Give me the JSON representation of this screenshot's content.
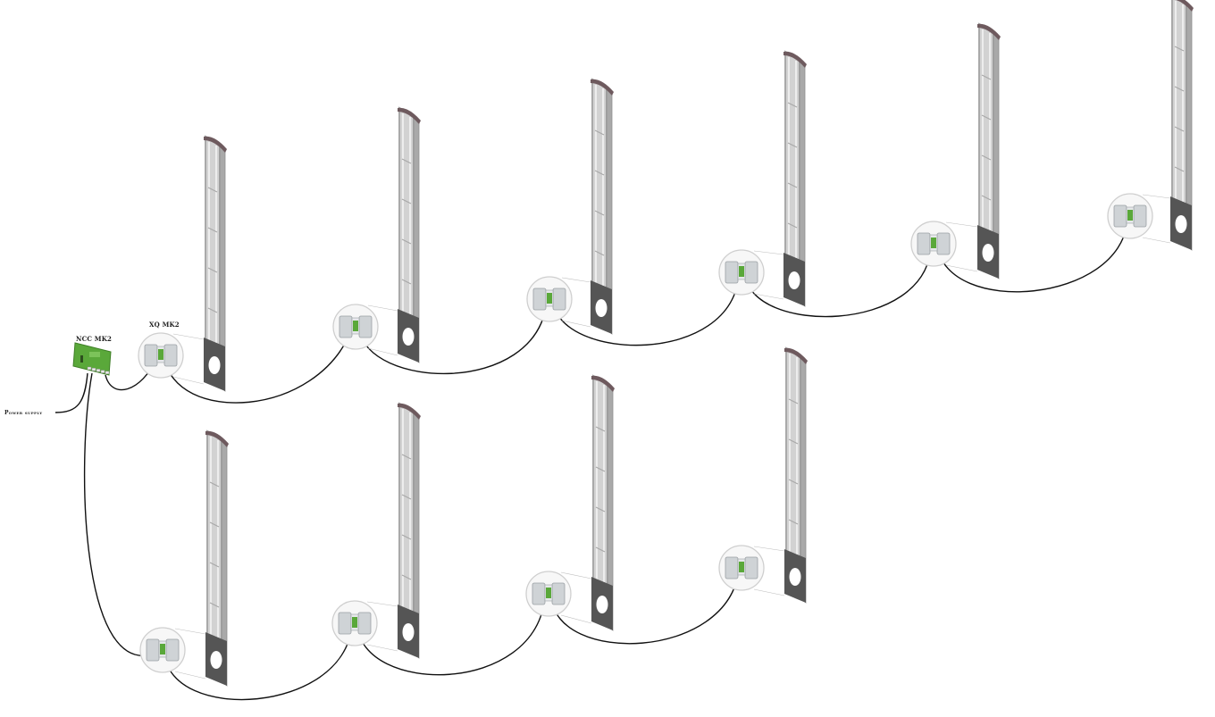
{
  "labels": {
    "ncc": "NCC MK2",
    "xq": "XQ MK2",
    "power": "Power supply"
  },
  "colors": {
    "cable": "#111111",
    "frame": "#a9a9a9",
    "frame_light": "#d2d2d2",
    "frame_cap": "#6e5a5e",
    "base": "#555555",
    "board": "#5aa83a",
    "board_dark": "#3f7f27",
    "circle": "#cfcfcf"
  },
  "icons": {
    "antenna": "eas-antenna-pedestal-icon",
    "module": "xq-module-icon",
    "controller": "ncc-controller-board-icon"
  }
}
